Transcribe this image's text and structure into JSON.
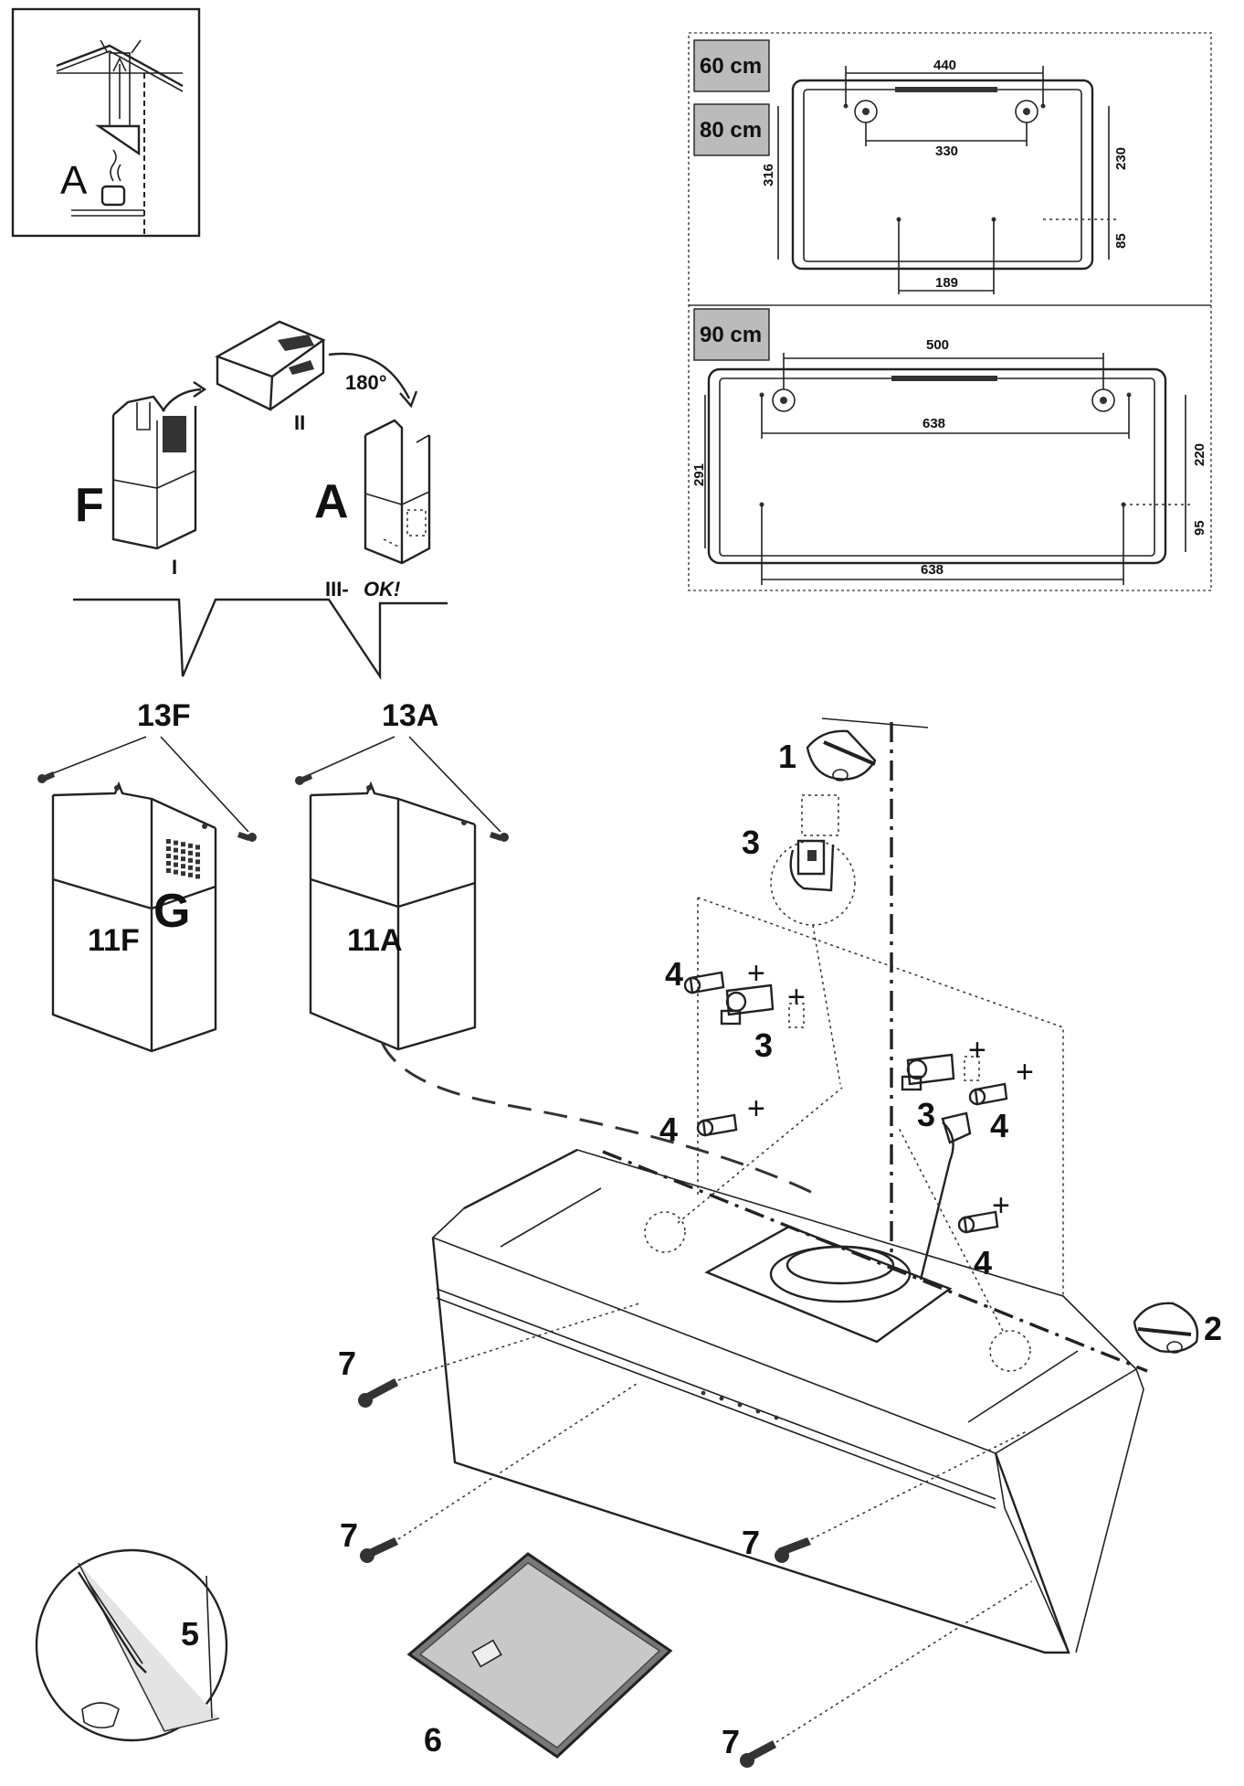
{
  "inset_topleft": {
    "label": "A"
  },
  "chimney_conversion": {
    "label_f": "F",
    "label_a": "A",
    "rotation": "180°",
    "step_1": "I",
    "step_2": "II",
    "step_3": "III-",
    "step_3_ok": "OK!"
  },
  "chimneys": {
    "label_13f": "13F",
    "label_13a": "13A",
    "label_11f": "11F",
    "label_11a": "11A",
    "label_g": "G"
  },
  "dimensions": {
    "size_60": "60 cm",
    "size_80": "80 cm",
    "size_90": "90 cm",
    "d440": "440",
    "d330": "330",
    "d316": "316",
    "d230": "230",
    "d85": "85",
    "d189": "189",
    "d500": "500",
    "d638a": "638",
    "d291": "291",
    "d220": "220",
    "d95": "95",
    "d638b": "638"
  },
  "parts": {
    "p1": "1",
    "p2": "2",
    "p3": "3",
    "p4": "4",
    "p5": "5",
    "p6": "6",
    "p7": "7"
  },
  "icons": [
    "hand-pencil-icon",
    "screw-icon",
    "wall-plug-icon",
    "bracket-icon",
    "filter-icon",
    "steam-icon"
  ]
}
